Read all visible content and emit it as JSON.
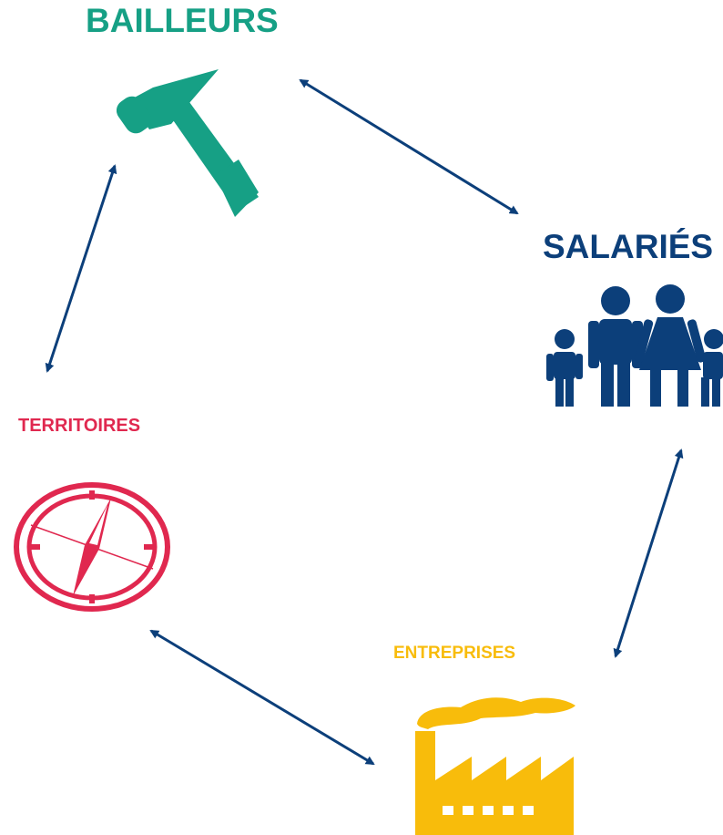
{
  "nodes": {
    "bailleurs": {
      "label": "BAILLEURS",
      "color": "#16a085",
      "icon": "hammer-icon"
    },
    "salaries": {
      "label": "SALARIÉS",
      "color": "#0c3f7a",
      "icon": "family-icon"
    },
    "territoires": {
      "label": "TERRITOIRES",
      "color": "#e0284f",
      "icon": "compass-icon"
    },
    "entreprises": {
      "label": "ENTREPRISES",
      "color": "#f8bc0b",
      "icon": "factory-icon"
    }
  },
  "connector_color": "#0c3f7a",
  "connections": [
    [
      "bailleurs",
      "salaries"
    ],
    [
      "salaries",
      "entreprises"
    ],
    [
      "entreprises",
      "territoires"
    ],
    [
      "territoires",
      "bailleurs"
    ]
  ]
}
